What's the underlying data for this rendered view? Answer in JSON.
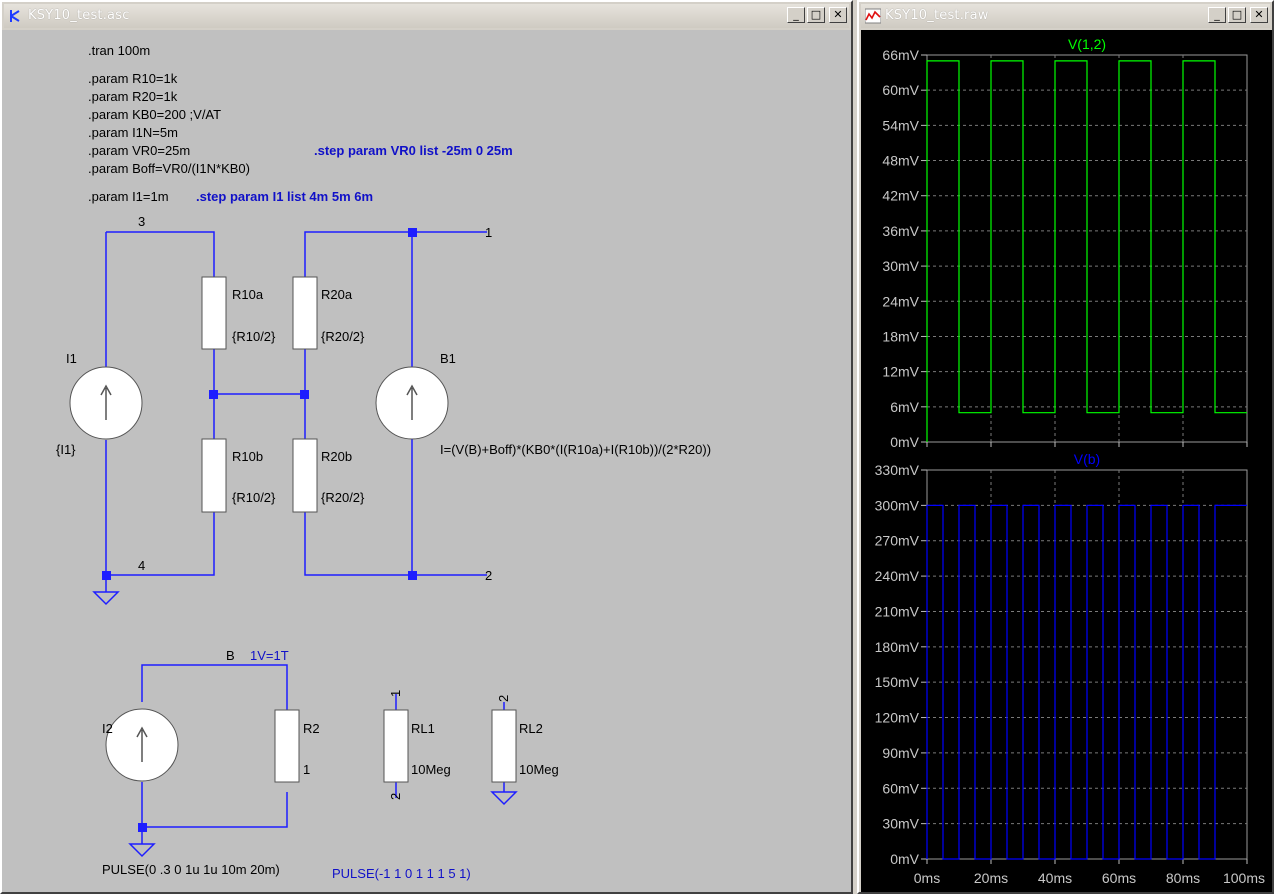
{
  "schematic_window": {
    "title": "KSY10_test.asc",
    "controls": {
      "minimize": "_",
      "maximize": "□",
      "close": "✕"
    },
    "directives": {
      "tran": ".tran 100m",
      "p1": ".param R10=1k",
      "p2": ".param R20=1k",
      "p3": ".param KB0=200 ;V/AT",
      "p4": ".param I1N=5m",
      "p5": ".param VR0=25m",
      "p6": ".param Boff=VR0/(I1N*KB0)",
      "p7": ".param I1=1m",
      "step1": ".step param VR0 list -25m 0 25m",
      "step2": ".step param I1 list 4m 5m 6m"
    },
    "nets": {
      "n3": "3",
      "n4": "4",
      "n1": "1",
      "n2": "2",
      "nb": "B",
      "nb_note": "1V=1T"
    },
    "components": {
      "r10a_name": "R10a",
      "r10a_value": "{R10/2}",
      "r20a_name": "R20a",
      "r20a_value": "{R20/2}",
      "r10b_name": "R10b",
      "r10b_value": "{R10/2}",
      "r20b_name": "R20b",
      "r20b_value": "{R20/2}",
      "i1_name": "I1",
      "i1_value": "{I1}",
      "b1_name": "B1",
      "b1_value": "I=(V(B)+Boff)*(KB0*(I(R10a)+I(R10b))/(2*R20))",
      "i2_name": "I2",
      "i2_value": "PULSE(0 .3 0 1u 1u 10m 20m)",
      "r2_name": "R2",
      "r2_value": "1",
      "rl1_name": "RL1",
      "rl1_value": "10Meg",
      "rl1_top_pin": "1",
      "rl1_bottom_pin": "2",
      "rl2_name": "RL2",
      "rl2_value": "10Meg",
      "rl2_top_pin": "2",
      "b_pulse": "PULSE(-1 1 0 1 1 1 5 1)"
    }
  },
  "waveform_window": {
    "title": "KSY10_test.raw",
    "controls": {
      "minimize": "_",
      "maximize": "□",
      "close": "✕"
    },
    "colors": {
      "v12": "#00ff00",
      "vb": "#0000ff"
    }
  },
  "chart_data": [
    {
      "type": "line",
      "title": "V(1,2)",
      "ylim": [
        0,
        66
      ],
      "yticks": [
        "0mV",
        "6mV",
        "12mV",
        "18mV",
        "24mV",
        "30mV",
        "36mV",
        "42mV",
        "48mV",
        "54mV",
        "60mV",
        "66mV"
      ],
      "series": [
        {
          "name": "V(1,2)",
          "x_ms": [
            0,
            0,
            10,
            10,
            20,
            20,
            30,
            30,
            40,
            40,
            50,
            50,
            60,
            60,
            70,
            70,
            80,
            80,
            90,
            90,
            100
          ],
          "y_mV": [
            0,
            65,
            65,
            5,
            5,
            65,
            65,
            5,
            5,
            65,
            65,
            5,
            5,
            65,
            65,
            5,
            5,
            65,
            65,
            5,
            5
          ]
        }
      ]
    },
    {
      "type": "line",
      "title": "V(b)",
      "ylim": [
        0,
        330
      ],
      "xlim": [
        0,
        100
      ],
      "xticks": [
        "0ms",
        "20ms",
        "40ms",
        "60ms",
        "80ms",
        "100ms"
      ],
      "yticks": [
        "0mV",
        "30mV",
        "60mV",
        "90mV",
        "120mV",
        "150mV",
        "180mV",
        "210mV",
        "240mV",
        "270mV",
        "300mV",
        "330mV"
      ],
      "series": [
        {
          "name": "V(b)",
          "x_ms": [
            0,
            0,
            5,
            5,
            10,
            10,
            15,
            15,
            20,
            20,
            25,
            25,
            30,
            30,
            35,
            35,
            40,
            40,
            45,
            45,
            50,
            50,
            55,
            55,
            60,
            60,
            65,
            65,
            70,
            70,
            75,
            75,
            80,
            80,
            85,
            85,
            90,
            90,
            100
          ],
          "y_mV": [
            0,
            300,
            300,
            0,
            0,
            300,
            300,
            0,
            0,
            300,
            300,
            0,
            0,
            300,
            300,
            0,
            0,
            300,
            300,
            0,
            0,
            300,
            300,
            0,
            0,
            300,
            300,
            0,
            0,
            300,
            300,
            0,
            0,
            300,
            300,
            0,
            0,
            300,
            300
          ]
        }
      ]
    }
  ]
}
